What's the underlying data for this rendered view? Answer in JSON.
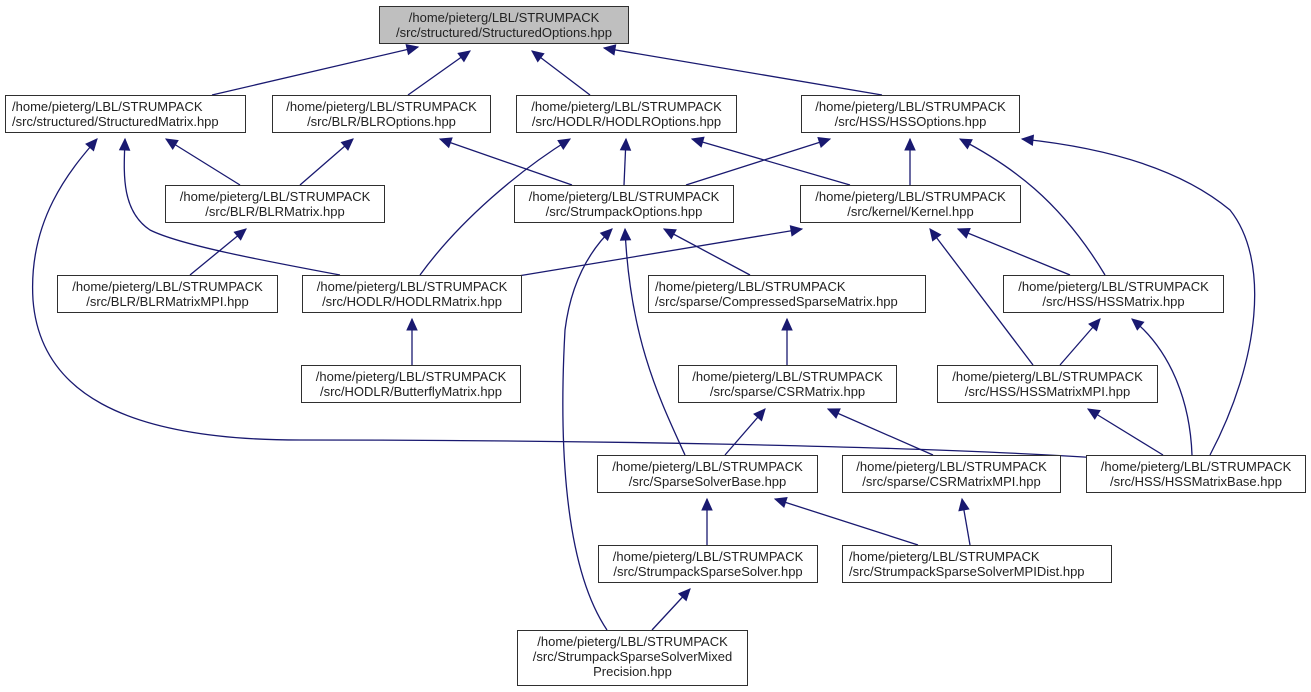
{
  "diagram": {
    "title": "Include dependency graph for StructuredOptions.hpp",
    "edge_color": "#191970",
    "root_fill": "#bfbfbf",
    "nodes": [
      {
        "id": "StructuredOptions",
        "lines": [
          "/home/pieterg/LBL/STRUMPACK",
          "/src/structured/StructuredOptions.hpp"
        ],
        "root": true
      },
      {
        "id": "StructuredMatrix",
        "lines": [
          "/home/pieterg/LBL/STRUMPACK",
          "/src/structured/StructuredMatrix.hpp"
        ],
        "align": "left"
      },
      {
        "id": "BLROptions",
        "lines": [
          "/home/pieterg/LBL/STRUMPACK",
          "/src/BLR/BLROptions.hpp"
        ]
      },
      {
        "id": "HODLROptions",
        "lines": [
          "/home/pieterg/LBL/STRUMPACK",
          "/src/HODLR/HODLROptions.hpp"
        ]
      },
      {
        "id": "HSSOptions",
        "lines": [
          "/home/pieterg/LBL/STRUMPACK",
          "/src/HSS/HSSOptions.hpp"
        ]
      },
      {
        "id": "BLRMatrix",
        "lines": [
          "/home/pieterg/LBL/STRUMPACK",
          "/src/BLR/BLRMatrix.hpp"
        ]
      },
      {
        "id": "StrumpackOptions",
        "lines": [
          "/home/pieterg/LBL/STRUMPACK",
          "/src/StrumpackOptions.hpp"
        ]
      },
      {
        "id": "Kernel",
        "lines": [
          "/home/pieterg/LBL/STRUMPACK",
          "/src/kernel/Kernel.hpp"
        ]
      },
      {
        "id": "BLRMatrixMPI",
        "lines": [
          "/home/pieterg/LBL/STRUMPACK",
          "/src/BLR/BLRMatrixMPI.hpp"
        ]
      },
      {
        "id": "HODLRMatrix",
        "lines": [
          "/home/pieterg/LBL/STRUMPACK",
          "/src/HODLR/HODLRMatrix.hpp"
        ]
      },
      {
        "id": "CompressedSparseMatrix",
        "lines": [
          "/home/pieterg/LBL/STRUMPACK",
          "/src/sparse/CompressedSparseMatrix.hpp"
        ],
        "align": "left"
      },
      {
        "id": "HSSMatrix",
        "lines": [
          "/home/pieterg/LBL/STRUMPACK",
          "/src/HSS/HSSMatrix.hpp"
        ]
      },
      {
        "id": "ButterflyMatrix",
        "lines": [
          "/home/pieterg/LBL/STRUMPACK",
          "/src/HODLR/ButterflyMatrix.hpp"
        ]
      },
      {
        "id": "CSRMatrix",
        "lines": [
          "/home/pieterg/LBL/STRUMPACK",
          "/src/sparse/CSRMatrix.hpp"
        ]
      },
      {
        "id": "HSSMatrixMPI",
        "lines": [
          "/home/pieterg/LBL/STRUMPACK",
          "/src/HSS/HSSMatrixMPI.hpp"
        ]
      },
      {
        "id": "SparseSolverBase",
        "lines": [
          "/home/pieterg/LBL/STRUMPACK",
          "/src/SparseSolverBase.hpp"
        ]
      },
      {
        "id": "CSRMatrixMPI",
        "lines": [
          "/home/pieterg/LBL/STRUMPACK",
          "/src/sparse/CSRMatrixMPI.hpp"
        ]
      },
      {
        "id": "HSSMatrixBase",
        "lines": [
          "/home/pieterg/LBL/STRUMPACK",
          "/src/HSS/HSSMatrixBase.hpp"
        ]
      },
      {
        "id": "StrumpackSparseSolver",
        "lines": [
          "/home/pieterg/LBL/STRUMPACK",
          "/src/StrumpackSparseSolver.hpp"
        ]
      },
      {
        "id": "StrumpackSparseSolverMPIDist",
        "lines": [
          "/home/pieterg/LBL/STRUMPACK",
          "/src/StrumpackSparseSolverMPIDist.hpp"
        ],
        "align": "left"
      },
      {
        "id": "StrumpackSparseSolverMixedPrecision",
        "lines": [
          "/home/pieterg/LBL/STRUMPACK",
          "/src/StrumpackSparseSolverMixed",
          "Precision.hpp"
        ]
      }
    ],
    "edges": [
      {
        "from": "StructuredMatrix",
        "to": "StructuredOptions"
      },
      {
        "from": "BLROptions",
        "to": "StructuredOptions"
      },
      {
        "from": "HODLROptions",
        "to": "StructuredOptions"
      },
      {
        "from": "HSSOptions",
        "to": "StructuredOptions"
      },
      {
        "from": "BLRMatrix",
        "to": "StructuredMatrix"
      },
      {
        "from": "HODLRMatrix",
        "to": "StructuredMatrix"
      },
      {
        "from": "HSSMatrixBase",
        "to": "StructuredMatrix"
      },
      {
        "from": "BLRMatrix",
        "to": "BLROptions"
      },
      {
        "from": "StrumpackOptions",
        "to": "BLROptions"
      },
      {
        "from": "HODLRMatrix",
        "to": "HODLROptions"
      },
      {
        "from": "StrumpackOptions",
        "to": "HODLROptions"
      },
      {
        "from": "Kernel",
        "to": "HODLROptions"
      },
      {
        "from": "StrumpackOptions",
        "to": "HSSOptions"
      },
      {
        "from": "Kernel",
        "to": "HSSOptions"
      },
      {
        "from": "HSSMatrix",
        "to": "HSSOptions"
      },
      {
        "from": "HSSMatrixBase",
        "to": "HSSOptions"
      },
      {
        "from": "BLRMatrixMPI",
        "to": "BLRMatrix"
      },
      {
        "from": "HODLRMatrix",
        "to": "Kernel"
      },
      {
        "from": "HSSMatrix",
        "to": "Kernel"
      },
      {
        "from": "HSSMatrixMPI",
        "to": "Kernel"
      },
      {
        "from": "CompressedSparseMatrix",
        "to": "StrumpackOptions"
      },
      {
        "from": "SparseSolverBase",
        "to": "StrumpackOptions"
      },
      {
        "from": "StrumpackSparseSolverMixedPrecision",
        "to": "StrumpackOptions"
      },
      {
        "from": "ButterflyMatrix",
        "to": "HODLRMatrix"
      },
      {
        "from": "CSRMatrix",
        "to": "CompressedSparseMatrix"
      },
      {
        "from": "HSSMatrixMPI",
        "to": "HSSMatrix"
      },
      {
        "from": "HSSMatrixBase",
        "to": "HSSMatrix"
      },
      {
        "from": "SparseSolverBase",
        "to": "CSRMatrix"
      },
      {
        "from": "CSRMatrixMPI",
        "to": "CSRMatrix"
      },
      {
        "from": "HSSMatrixBase",
        "to": "HSSMatrixMPI"
      },
      {
        "from": "StrumpackSparseSolver",
        "to": "SparseSolverBase"
      },
      {
        "from": "StrumpackSparseSolverMPIDist",
        "to": "SparseSolverBase"
      },
      {
        "from": "StrumpackSparseSolverMPIDist",
        "to": "CSRMatrixMPI"
      },
      {
        "from": "StrumpackSparseSolverMixedPrecision",
        "to": "StrumpackSparseSolver"
      }
    ]
  }
}
